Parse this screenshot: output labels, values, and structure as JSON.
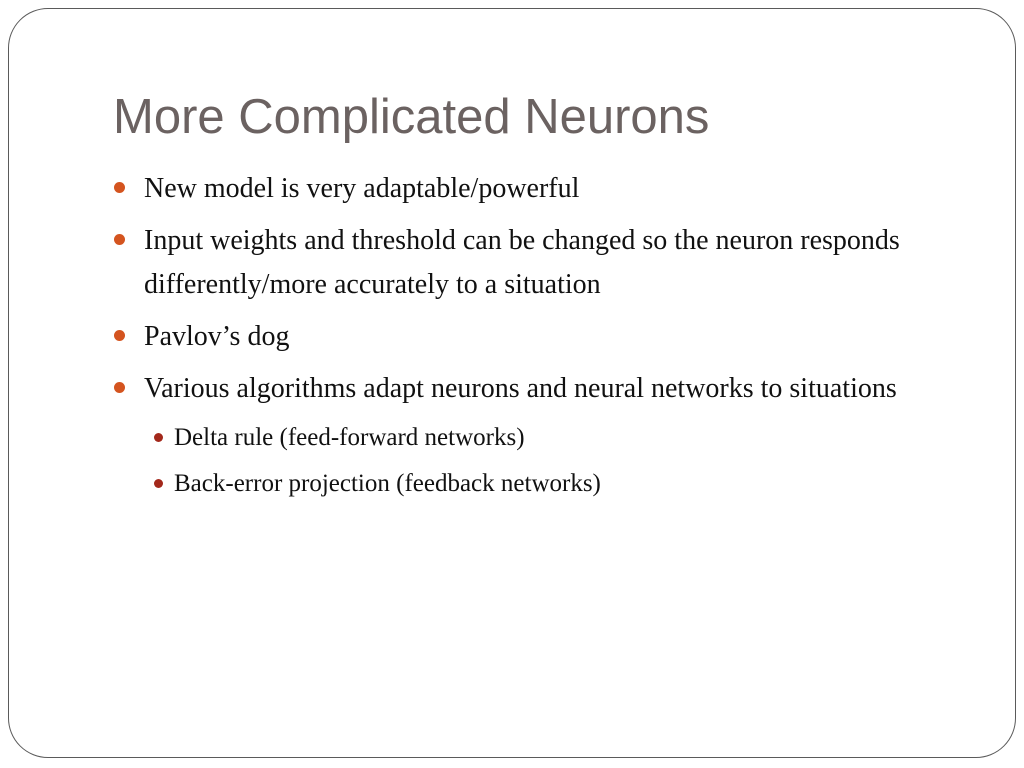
{
  "slide": {
    "title": "More Complicated Neurons",
    "bullets": [
      "New model is very adaptable/powerful",
      "Input weights and threshold can be changed so the neuron responds differently/more accurately to a situation",
      "Pavlov’s dog",
      "Various algorithms adapt neurons and neural networks to situations"
    ],
    "sub_bullets": [
      "Delta rule (feed-forward networks)",
      "Back-error projection (feedback networks)"
    ]
  },
  "colors": {
    "title": "#6b6261",
    "bullet_dot": "#d4541f",
    "sub_bullet_dot": "#a3281b",
    "frame_border": "#5a5a5a"
  }
}
